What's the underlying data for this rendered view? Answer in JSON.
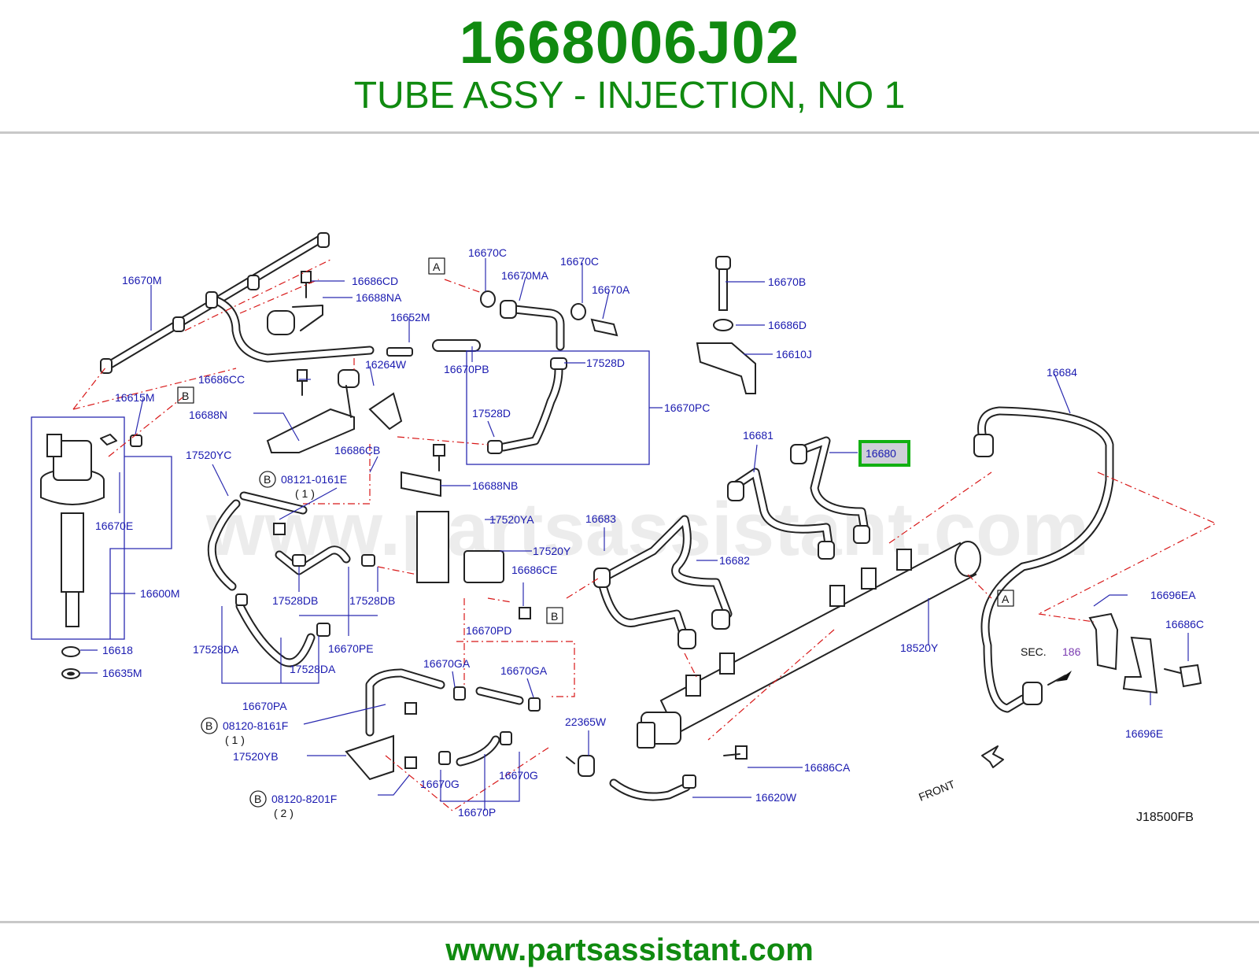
{
  "header": {
    "part_number": "1668006J02",
    "title": "TUBE ASSY - INJECTION, NO 1"
  },
  "footer": {
    "url": "www.partsassistant.com"
  },
  "diagram": {
    "watermark": "www.partsassistant.com",
    "diagram_code": "J18500FB",
    "front_label": "FRONT",
    "sec_label": "SEC.",
    "sec_number": "186",
    "highlight_color": "#12b012",
    "label_color": "#1a1ab0",
    "highlighted_part": "16680",
    "callouts": {
      "a1": "A",
      "a2": "A",
      "b1": "B",
      "b2": "B",
      "b3": "B",
      "b4": "B",
      "b5": "B"
    },
    "labels": {
      "l16670M": "16670M",
      "l16686CD": "16686CD",
      "l16688NA": "16688NA",
      "l16652M": "16652M",
      "l16670C_1": "16670C",
      "l16670MA": "16670MA",
      "l16670C_2": "16670C",
      "l16670A": "16670A",
      "l16670B": "16670B",
      "l16686D": "16686D",
      "l16610J": "16610J",
      "l16686CC": "16686CC",
      "l16264W": "16264W",
      "l16670PB": "16670PB",
      "l17528D_1": "17528D",
      "l17528D_2": "17528D",
      "l16670PC": "16670PC",
      "l16684": "16684",
      "l16615M": "16615M",
      "l16688N": "16688N",
      "l16686CB": "16686CB",
      "l16681": "16681",
      "l16680": "16680",
      "l17520YC": "17520YC",
      "l08121": "08121-0161E",
      "l08121q": "( 1 )",
      "l16688NB": "16688NB",
      "l16670E": "16670E",
      "l17520YA": "17520YA",
      "l16683": "16683",
      "l17520Y": "17520Y",
      "l16682": "16682",
      "l16686CE": "16686CE",
      "l16600M": "16600M",
      "l17528DB_1": "17528DB",
      "l17528DB_2": "17528DB",
      "l16696EA": "16696EA",
      "l16686C": "16686C",
      "l16618": "16618",
      "l17528DA_1": "17528DA",
      "l16670PE": "16670PE",
      "l16670PD": "16670PD",
      "l18520Y": "18520Y",
      "l16635M": "16635M",
      "l17528DA_2": "17528DA",
      "l16670GA_1": "16670GA",
      "l16670GA_2": "16670GA",
      "l16670PA": "16670PA",
      "l08120_8161": "08120-8161F",
      "l08120_8161q": "( 1 )",
      "l22365W": "22365W",
      "l16696E": "16696E",
      "l17520YB": "17520YB",
      "l16686CA": "16686CA",
      "l16670G_1": "16670G",
      "l16670G_2": "16670G",
      "l08120_8201": "08120-8201F",
      "l08120_8201q": "( 2 )",
      "l16670P": "16670P",
      "l16620W": "16620W"
    }
  }
}
